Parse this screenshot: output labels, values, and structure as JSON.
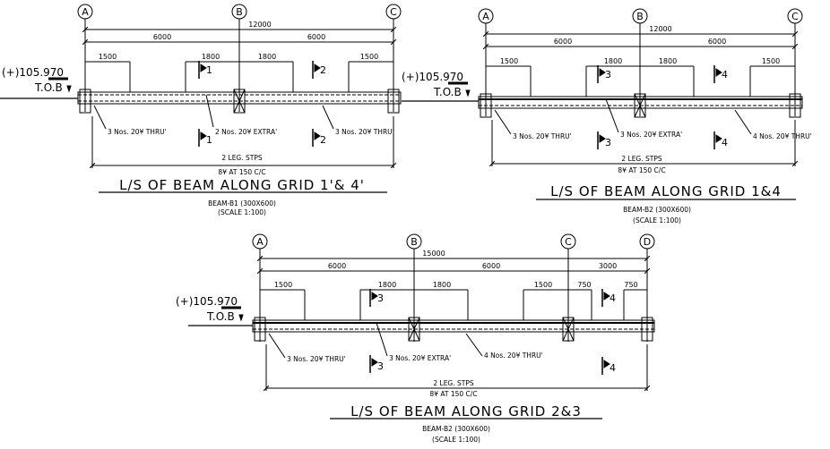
{
  "drawing1": {
    "grids": [
      "A",
      "B",
      "C"
    ],
    "overall_dim": "12000",
    "span_dims": [
      "6000",
      "6000"
    ],
    "bar_dims": [
      "1500",
      "1800",
      "1800",
      "1500"
    ],
    "level": "(+)105.970",
    "tob": "T.O.B",
    "sections": [
      "1",
      "2",
      "1",
      "2"
    ],
    "bar_labels": [
      "3 Nos. 20¥ THRU'",
      "2 Nos. 20¥ EXTRA'",
      "3 Nos. 20¥ THRU'"
    ],
    "stirrup_1": "2 LEG. STPS",
    "stirrup_2": "8¥ AT 150 C/C",
    "title": "L/S OF BEAM ALONG GRID 1'& 4'",
    "beam": "BEAM-B1 (300X600)",
    "scale": "(SCALE 1:100)"
  },
  "drawing2": {
    "grids": [
      "A",
      "B",
      "C"
    ],
    "overall_dim": "12000",
    "span_dims": [
      "6000",
      "6000"
    ],
    "bar_dims": [
      "1500",
      "1800",
      "1800",
      "1500"
    ],
    "level": "(+)105.970",
    "tob": "T.O.B",
    "sections": [
      "3",
      "4",
      "3",
      "4"
    ],
    "bar_labels": [
      "3 Nos. 20¥ THRU'",
      "3 Nos. 20¥ EXTRA'",
      "4 Nos. 20¥ THRU'"
    ],
    "stirrup_1": "2 LEG. STPS",
    "stirrup_2": "8¥ AT 150 C/C",
    "title": "L/S OF BEAM ALONG GRID 1&4",
    "beam": "BEAM-B2 (300X600)",
    "scale": "(SCALE 1:100)"
  },
  "drawing3": {
    "grids": [
      "A",
      "B",
      "C",
      "D"
    ],
    "overall_dim": "15000",
    "span_dims": [
      "6000",
      "6000",
      "3000"
    ],
    "bar_dims": [
      "1500",
      "1800",
      "1800",
      "1500",
      "750",
      "750"
    ],
    "level": "(+)105.970",
    "tob": "T.O.B",
    "sections": [
      "3",
      "4",
      "3",
      "4"
    ],
    "bar_labels": [
      "3 Nos. 20¥ THRU'",
      "3 Nos. 20¥ EXTRA'",
      "4 Nos. 20¥ THRU'"
    ],
    "stirrup_1": "2 LEG. STPS",
    "stirrup_2": "8¥ AT 150 C/C",
    "title": "L/S OF BEAM ALONG GRID 2&3",
    "beam": "BEAM-B2 (300X600)",
    "scale": "(SCALE 1:100)"
  }
}
